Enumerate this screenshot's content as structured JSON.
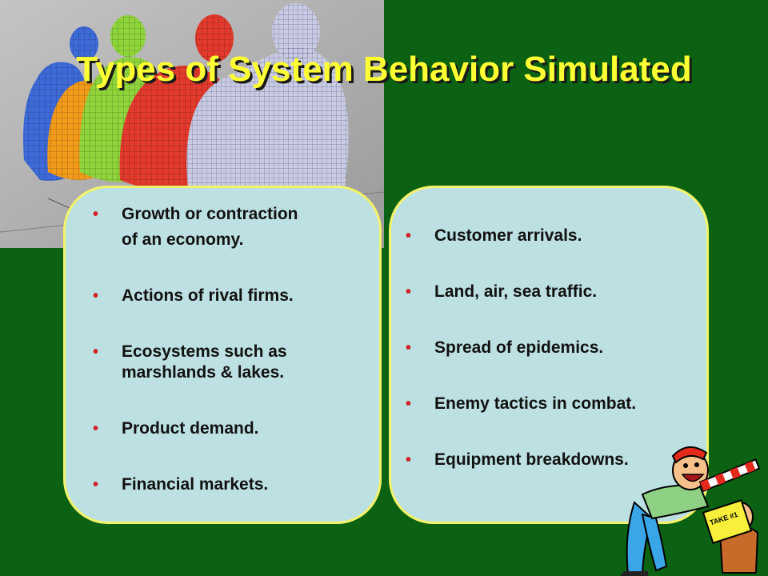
{
  "slide": {
    "title": "Types of System Behavior Simulated",
    "left_panel": {
      "items": [
        {
          "line1": "Growth or contraction",
          "line2": "of an economy."
        },
        {
          "line1": "Actions of rival firms."
        },
        {
          "line1": "Ecosystems such as",
          "line2": "marshlands & lakes."
        },
        {
          "line1": "Product demand."
        },
        {
          "line1": "Financial markets."
        }
      ]
    },
    "right_panel": {
      "items": [
        {
          "line1": "Customer arrivals."
        },
        {
          "line1": "Land, air, sea traffic."
        },
        {
          "line1": "Spread of epidemics."
        },
        {
          "line1": "Enemy tactics in combat."
        },
        {
          "line1": "Equipment breakdowns."
        }
      ]
    },
    "cartoon_sign": "TAKE #1",
    "colors": {
      "background": "#0b6212",
      "title": "#ffff33",
      "panel_fill": "#bde0e3",
      "panel_border": "#f3f36a",
      "bullet": "#d42020"
    }
  }
}
